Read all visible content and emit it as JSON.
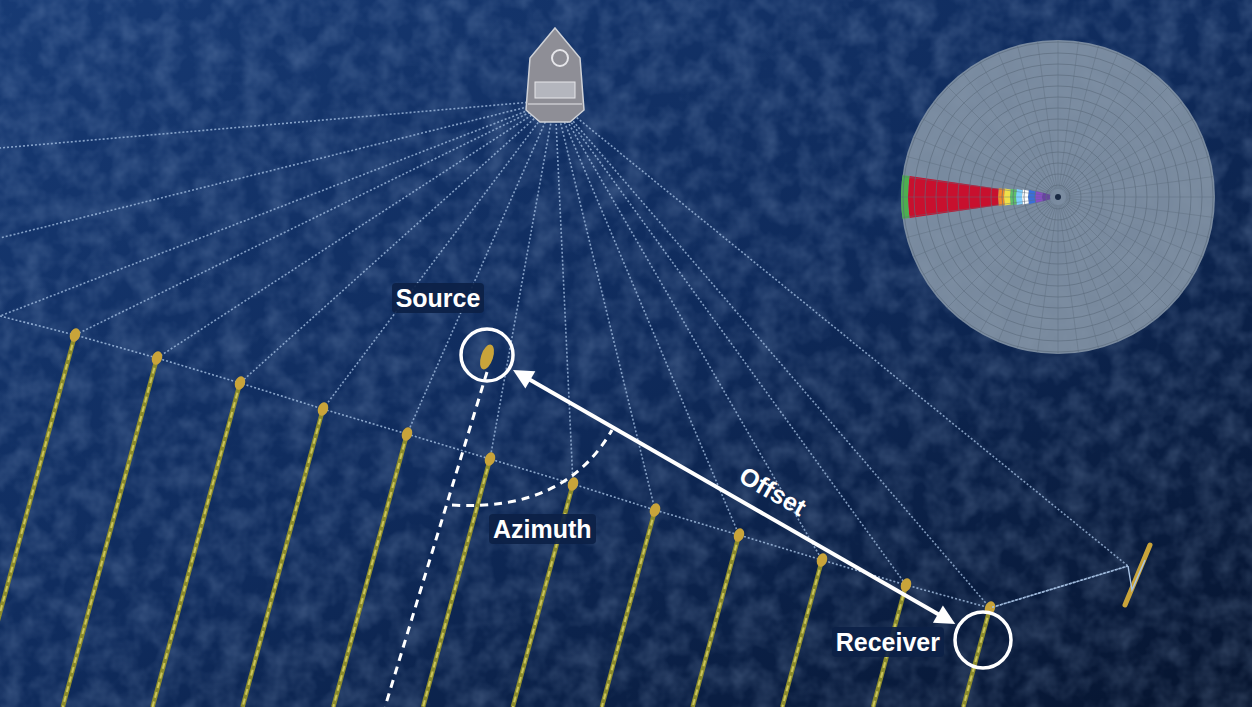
{
  "diagram": {
    "nodes": [
      {
        "text": [
          "Source"
        ]
      },
      {
        "text": [
          "Receiver"
        ]
      }
    ],
    "edges": [
      {
        "from": 0,
        "to": 1,
        "label": "Offset",
        "arrow": "both"
      }
    ],
    "labels": [
      "Azimuth"
    ]
  }
}
